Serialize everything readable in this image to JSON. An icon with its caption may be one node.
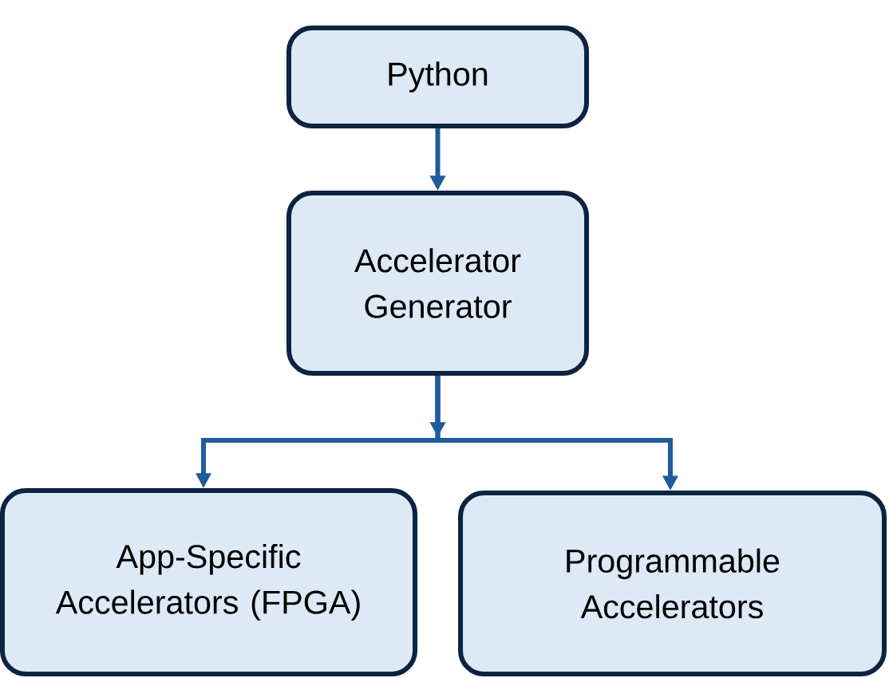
{
  "diagram": {
    "nodes": [
      {
        "text": [
          "Python"
        ]
      },
      {
        "text": [
          "Accelerator Generator"
        ]
      },
      {
        "text": [
          "App-Specific Accelerators (FPGA)"
        ]
      },
      {
        "text": [
          "Programmable Accelerators"
        ]
      }
    ],
    "edges": [
      {
        "from": 0,
        "to": 1,
        "arrow": "to"
      },
      {
        "from": 1,
        "to": 2,
        "arrow": "to"
      },
      {
        "from": 1,
        "to": 3,
        "arrow": "to"
      }
    ]
  }
}
